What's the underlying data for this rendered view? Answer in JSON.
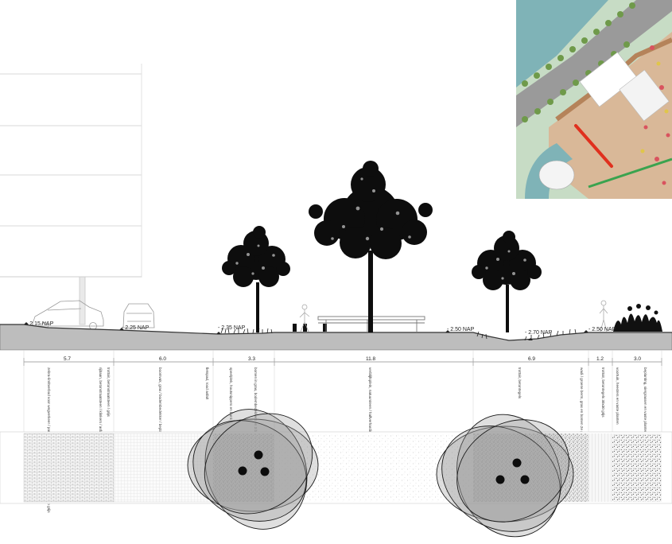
{
  "section": {
    "levels": [
      {
        "id": "lvl-1",
        "label": "- 2.15 NAP"
      },
      {
        "id": "lvl-2",
        "label": "- 2.25 NAP"
      },
      {
        "id": "lvl-3",
        "label": "- 2.35 NAP"
      },
      {
        "id": "lvl-4",
        "label": "- 2.50 NAP"
      },
      {
        "id": "lvl-5",
        "label": "- 2.70 NAP"
      },
      {
        "id": "lvl-6",
        "label": "- 2.50 NAP"
      }
    ],
    "widths": [
      "5.7",
      "6.0",
      "3.3",
      "11.8",
      "6.9",
      "1.2",
      "3.0"
    ],
    "notes": [
      "zebra-/inritverbod voor wegverkeer / parkeerplaatsen, betonstraatsteen / klinkers / op grijs",
      "rijbaan, betonstraatsteen / klinkers / asfalt / kleur",
      "trottoir, betonstraatsteen / grijs",
      "boomvak, gras / bodembedekker / beplanting, boom 1e grootte",
      "fietspad, rood asfalt",
      "speelplek, houtsnippers en bank",
      "bomen in gras, bodembedekkers en 3 bomen",
      "verblijfsplein, natuursteen / halfverharding",
      "trottoir, betontegels",
      "wadi / groene berm, gras en bomen 2e grootte",
      "trottoir, betontegels 30x30 grijs",
      "voortuin, heesters en vaste planten",
      "beplanting, siergrassen en vaste planten / bloemen"
    ]
  },
  "keymap": {
    "marker_color": "#e0301e"
  }
}
